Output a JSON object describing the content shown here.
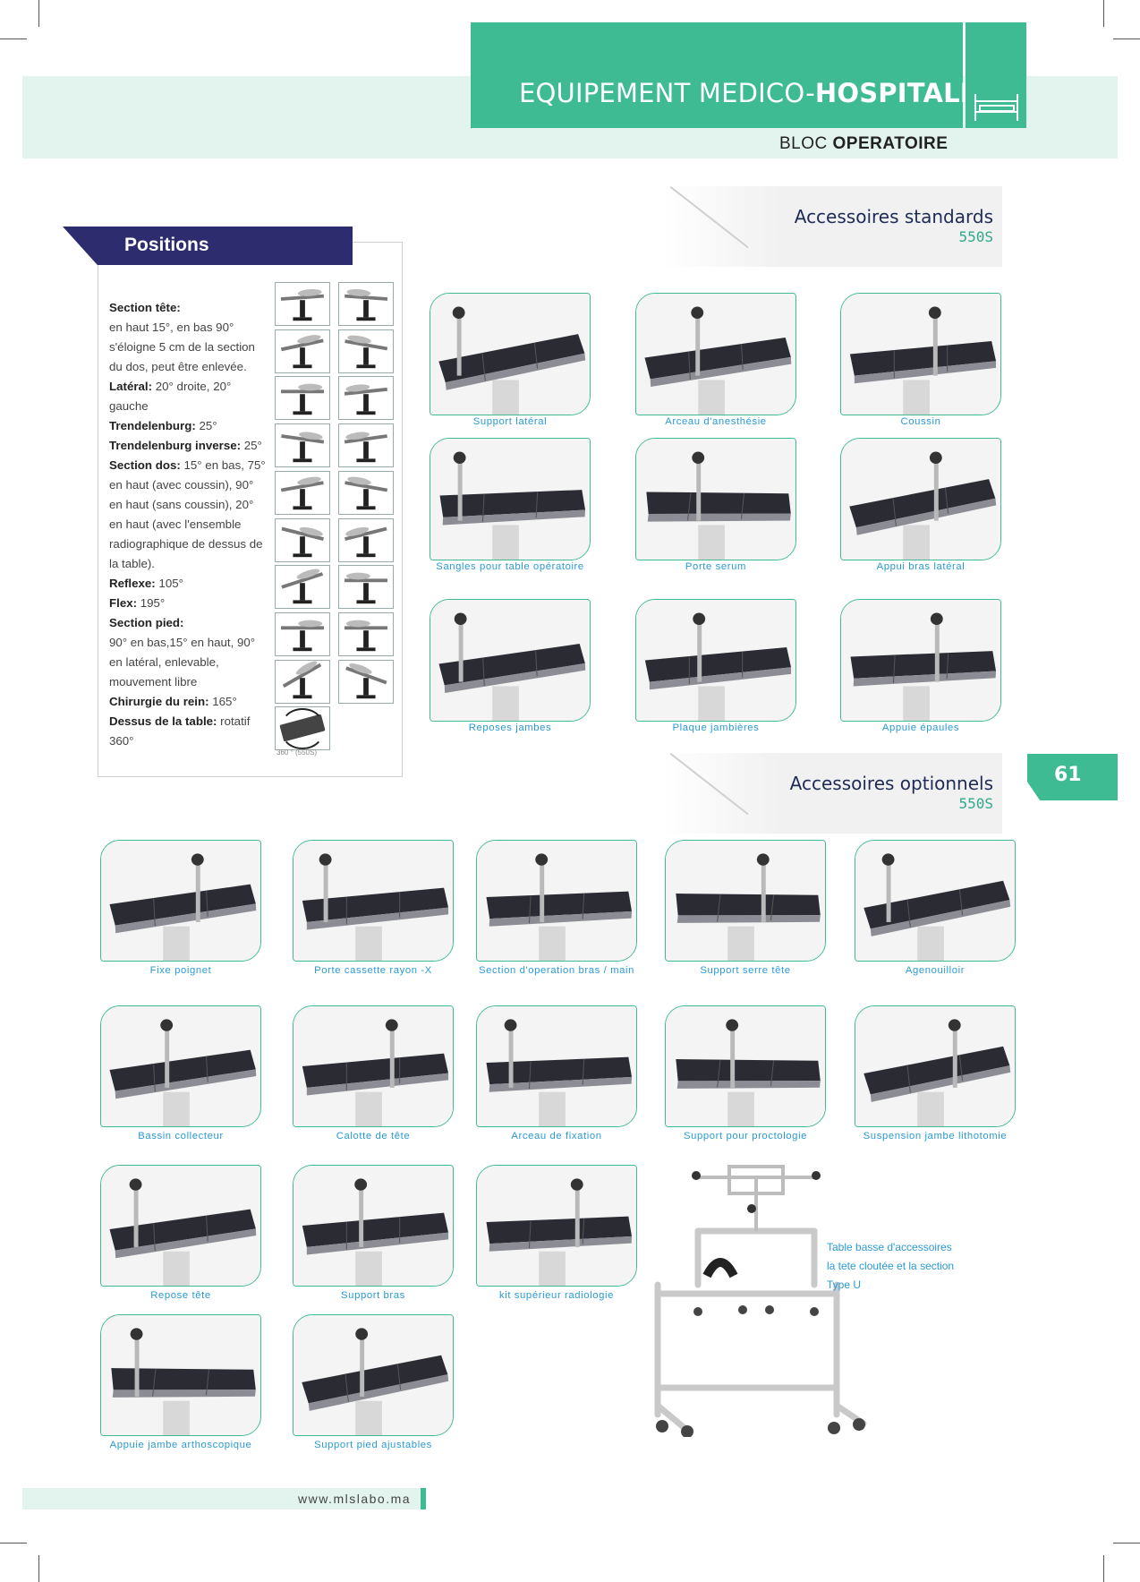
{
  "header": {
    "title_light": "EQUIPEMENT MEDICO-",
    "title_bold": "HOSPITALIER",
    "icon": "hospital-bed-icon",
    "subtitle_light": "BLOC ",
    "subtitle_bold": "OPERATOIRE"
  },
  "colors": {
    "accent": "#3fbb93",
    "navy": "#2d2c6e",
    "caption": "#2a9ad6",
    "band": "#e3f4ee"
  },
  "positions": {
    "title": "Positions",
    "lines": [
      {
        "label": "Section tête:",
        "text": ""
      },
      {
        "label": "",
        "text": " en haut 15°, en bas 90° s'éloigne 5 cm de la section du dos, peut être enlevée."
      },
      {
        "label": "Latéral:",
        "text": " 20° droite, 20° gauche"
      },
      {
        "label": "Trendelenburg:",
        "text": " 25°"
      },
      {
        "label": "Trendelenburg inverse:",
        "text": " 25°"
      },
      {
        "label": "Section dos:",
        "text": " 15° en bas, 75° en haut (avec coussin), 90° en haut (sans coussin), 20° en haut (avec l'ensemble radiographique de dessus de la table)."
      },
      {
        "label": "Reflexe:",
        "text": " 105°"
      },
      {
        "label": "Flex:",
        "text": " 195°"
      },
      {
        "label": "Section pied:",
        "text": ""
      },
      {
        "label": "",
        "text": "90° en bas,15° en haut, 90° en latéral, enlevable, mouvement libre"
      },
      {
        "label": "Chirurgie du rein:",
        "text": " 165°"
      },
      {
        "label": "Dessus de la table:",
        "text": " rotatif 360°"
      }
    ],
    "caption": "360 ° (550S)"
  },
  "standard": {
    "title": "Accessoires standards",
    "model": "550S",
    "items": [
      "Support latéral",
      "Arceau d'anesthésie",
      "Coussin",
      "Sangles pour table opératoire",
      "Porte serum",
      "Appui bras latéral",
      "Reposes jambes",
      "Plaque jambières",
      "Appuie épaules"
    ]
  },
  "page_number": "61",
  "optional": {
    "title": "Accessoires optionnels",
    "model": "550S",
    "items": [
      "Fixe poignet",
      "Porte cassette rayon -X",
      "Section d'operation bras / main",
      "Support serre tête",
      "Agenouilloir",
      "Bassin collecteur",
      "Calotte de tête",
      "Arceau de fixation",
      "Support pour proctologie",
      "Suspension jambe lithotomie",
      "Repose tête",
      "Support bras",
      "kit supérieur radiologie",
      "Appuie jambe arthoscopique",
      "Support pied ajustables"
    ],
    "note": [
      "Table basse d'accessoires",
      "la tete cloutée et la section",
      "Type U"
    ]
  },
  "footer": {
    "url": "www.mlslabo.ma"
  }
}
